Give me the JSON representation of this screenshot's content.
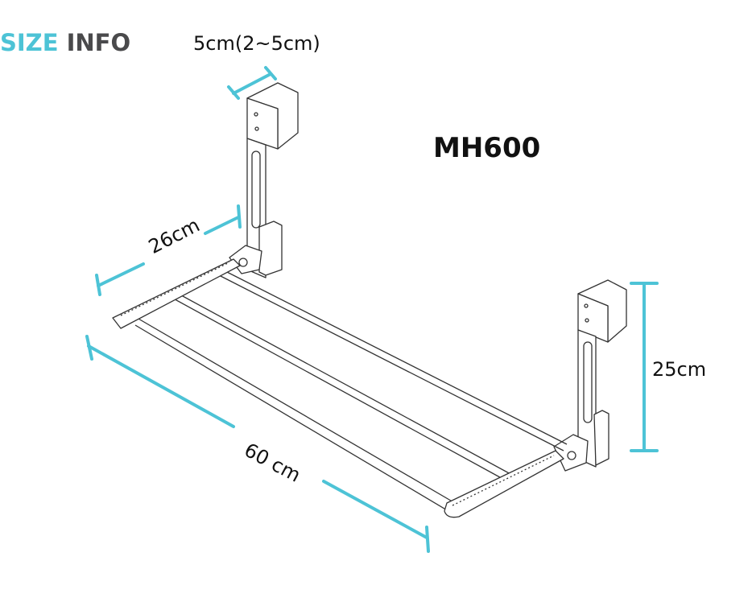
{
  "header": {
    "title_accent": "SIZE",
    "title_rest": "INFO"
  },
  "model": "MH600",
  "dimensions": {
    "depth_hook": "5cm(2~5cm)",
    "arm_length": "26cm",
    "width": "60 cm",
    "height": "25cm"
  },
  "colors": {
    "accent": "#4dc3d6",
    "title_dark": "#4a4a4c",
    "line": "#333333"
  }
}
